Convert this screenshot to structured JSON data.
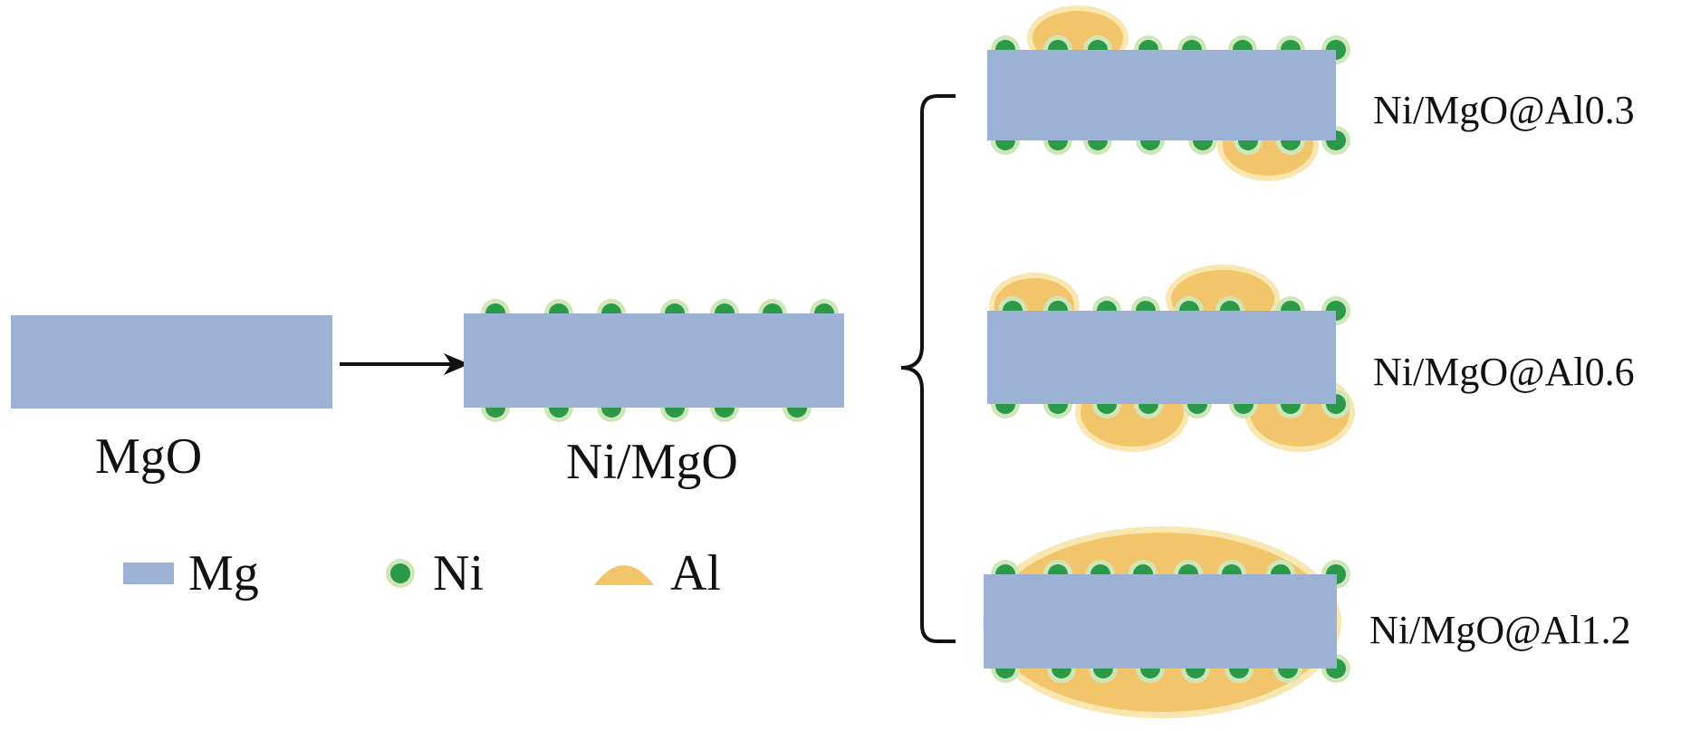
{
  "colors": {
    "mg": "#9cb2d4",
    "ni": "#2a9a48",
    "ni_halo": "#cfe6b9",
    "al": "#f2c56a",
    "al_halo": "#f8e7b0",
    "line": "#111111"
  },
  "labels": {
    "mgo": "MgO",
    "ni_mgo": "Ni/MgO",
    "al03": "Ni/MgO@Al0.3",
    "al06": "Ni/MgO@Al0.6",
    "al12": "Ni/MgO@Al1.2"
  },
  "legend": {
    "mg": "Mg",
    "ni": "Ni",
    "al": "Al"
  }
}
